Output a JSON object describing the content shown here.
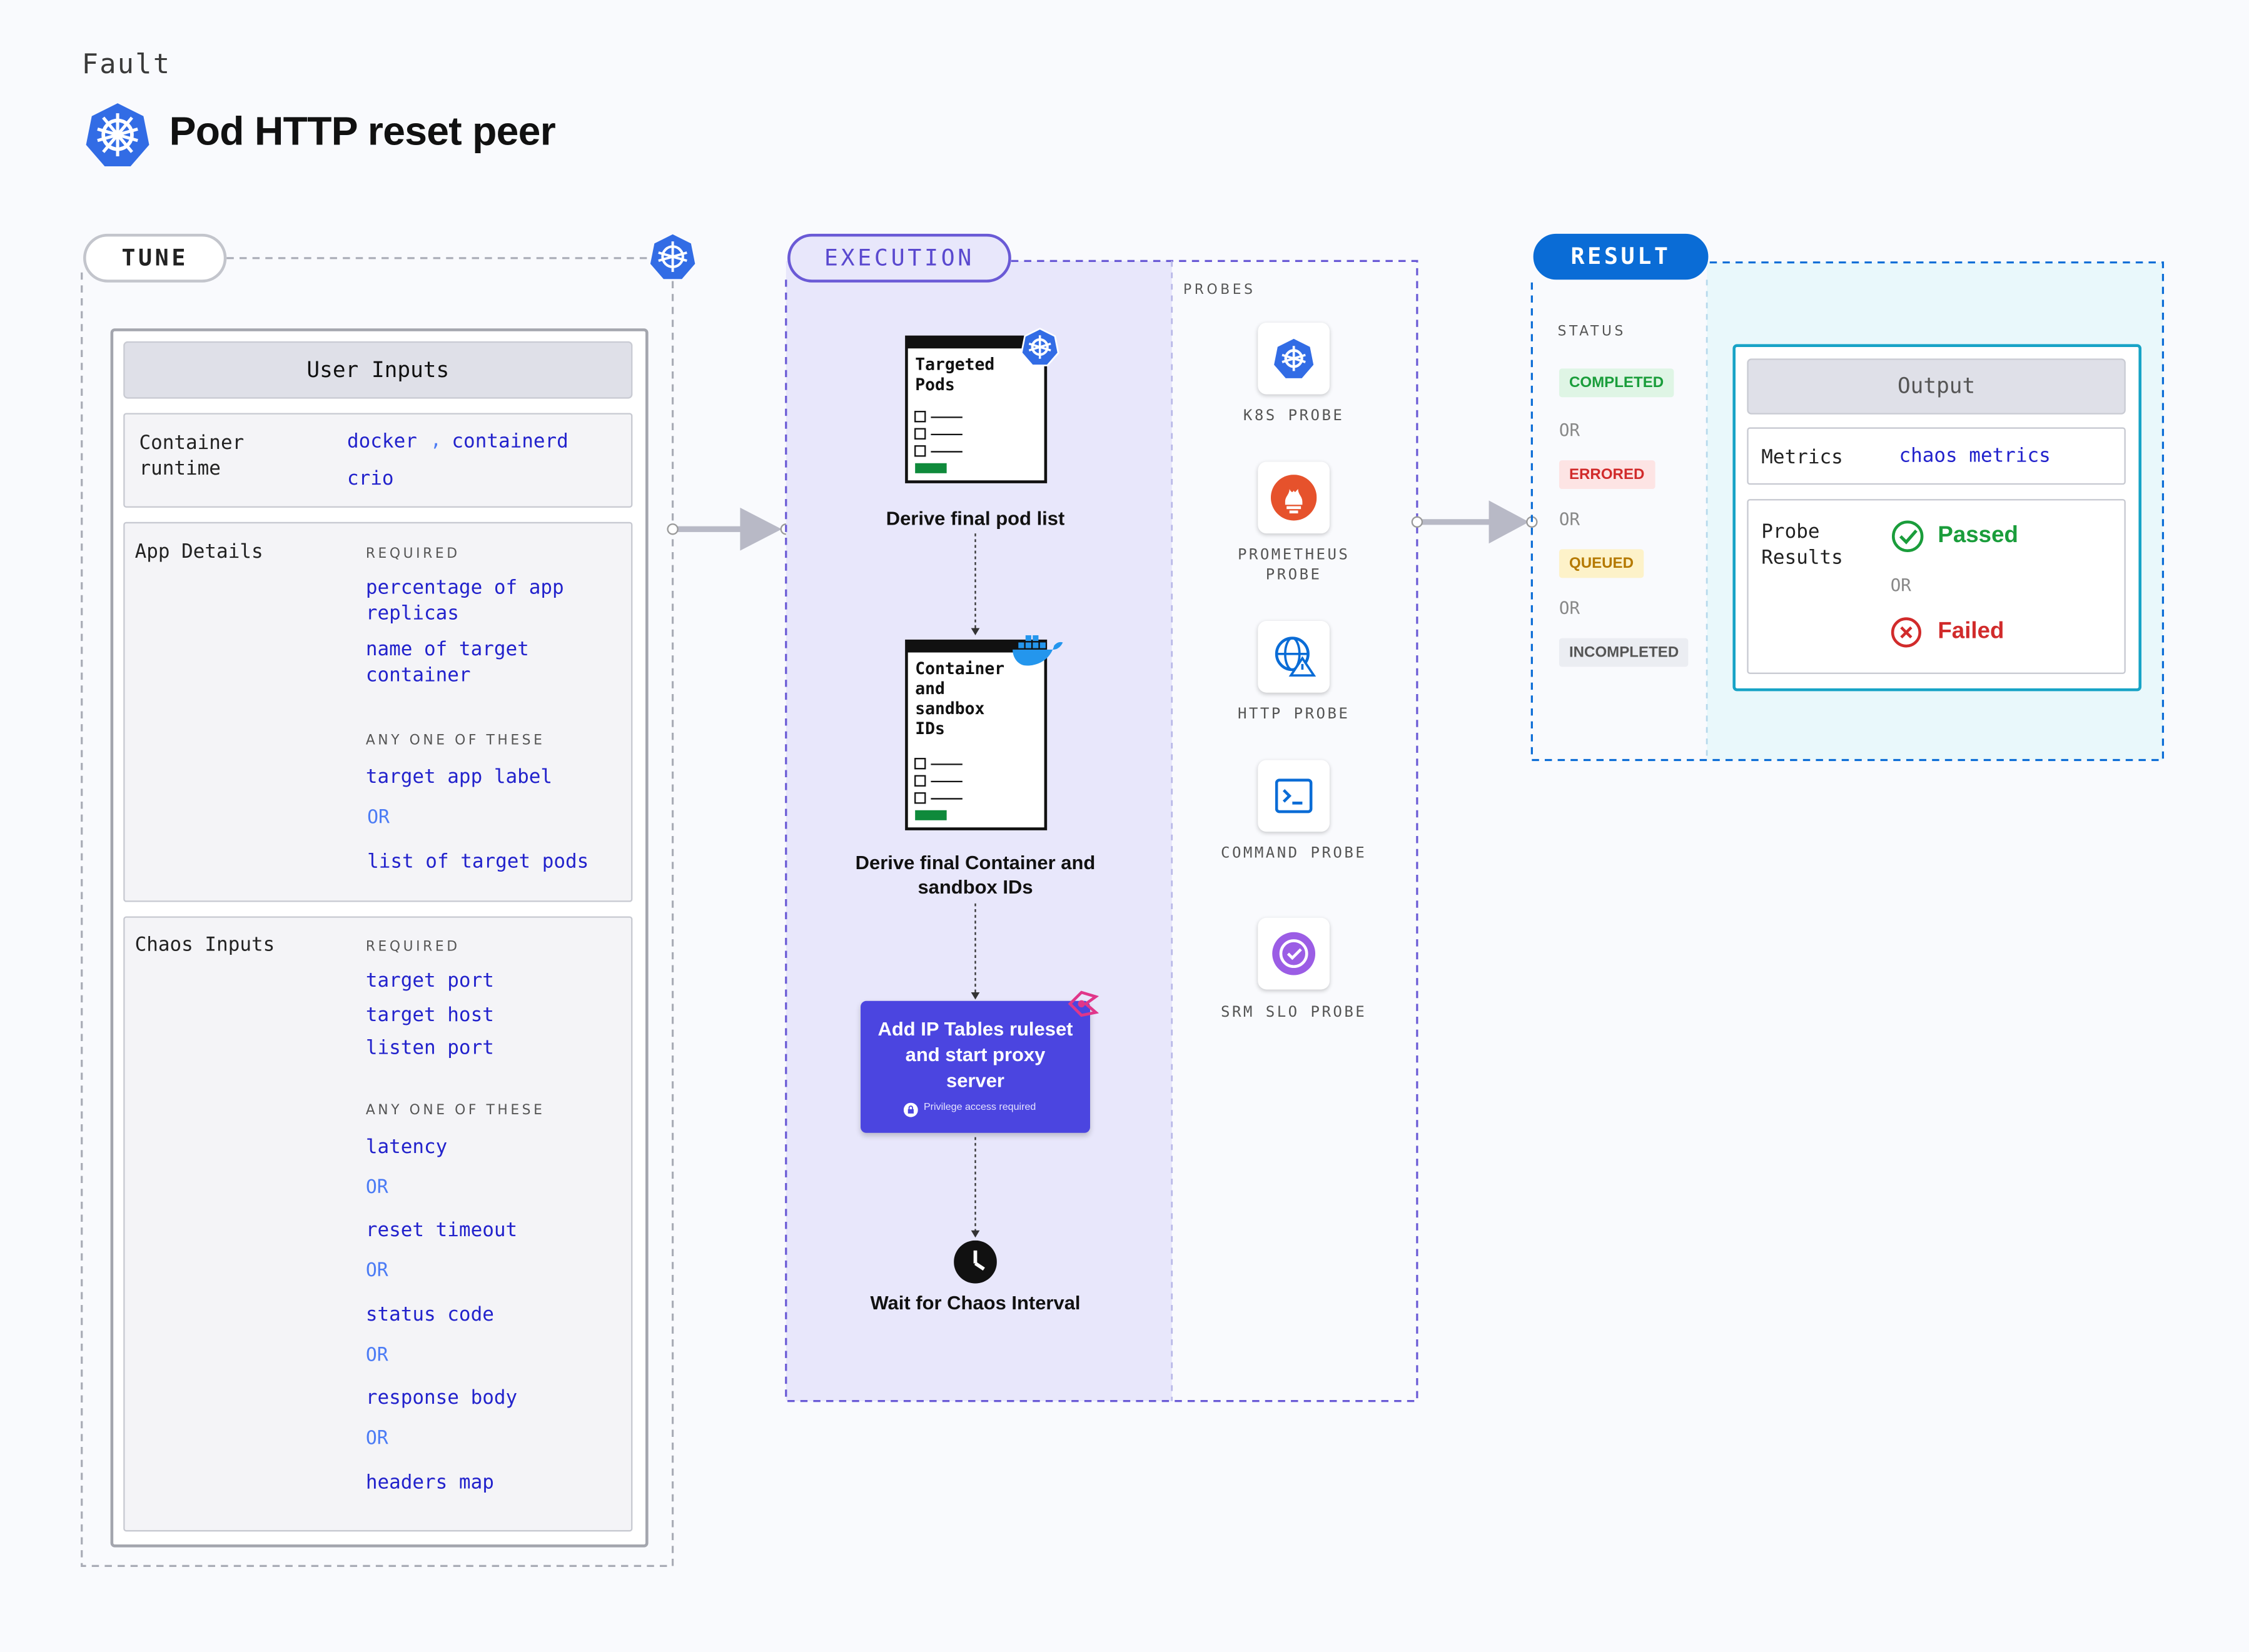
{
  "header": {
    "kicker": "Fault",
    "title": "Pod HTTP reset peer"
  },
  "tune": {
    "label": "TUNE",
    "panel_title": "User Inputs",
    "container_runtime": {
      "label": "Container runtime",
      "values": [
        "docker",
        ",",
        "containerd",
        "crio"
      ]
    },
    "app_details": {
      "label": "App Details",
      "required_heading": "REQUIRED",
      "required": [
        "percentage of app replicas",
        "name of target container"
      ],
      "any_heading": "ANY ONE OF THESE",
      "any": [
        "target app label",
        "list of target pods"
      ],
      "or": "OR"
    },
    "chaos_inputs": {
      "label": "Chaos Inputs",
      "required_heading": "REQUIRED",
      "required": [
        "target port",
        "target host",
        "listen port"
      ],
      "any_heading": "ANY ONE OF THESE",
      "any": [
        "latency",
        "reset timeout",
        "status code",
        "response body",
        "headers map"
      ],
      "or": "OR"
    }
  },
  "execution": {
    "label": "EXECUTION",
    "steps": [
      {
        "doc_title": "Targeted Pods",
        "caption": "Derive final pod list"
      },
      {
        "doc_title": "Container and sandbox IDs",
        "caption": "Derive final Container and sandbox IDs"
      },
      {
        "card_title": "Add IP Tables ruleset and start proxy server",
        "card_note": "Privilege access required"
      },
      {
        "caption": "Wait for Chaos Interval"
      }
    ],
    "probes_heading": "PROBES",
    "probes": [
      "K8S PROBE",
      "PROMETHEUS PROBE",
      "HTTP PROBE",
      "COMMAND PROBE",
      "SRM SLO PROBE"
    ]
  },
  "result": {
    "label": "RESULT",
    "status_heading": "STATUS",
    "statuses": [
      "COMPLETED",
      "ERRORED",
      "QUEUED",
      "INCOMPLETED"
    ],
    "or": "OR",
    "output": {
      "title": "Output",
      "metrics_label": "Metrics",
      "metrics_value": "chaos metrics",
      "probe_label": "Probe Results",
      "passed": "Passed",
      "failed": "Failed",
      "or": "OR"
    }
  },
  "colors": {
    "kubernetes": "#326ce5",
    "value_text": "#2222cc",
    "or_text": "#4c7cf5",
    "execution_border": "#6a5ad6",
    "execution_fill": "#e8e7fb",
    "result_blue": "#0a6cd6",
    "result_fill": "#e9f8fb",
    "output_border": "#17a3c6",
    "card": "#4b45e0",
    "completed": "#1a9d3b",
    "errored": "#d12b2b",
    "queued": "#b57900",
    "passed": "#1a9d3b",
    "failed": "#d12b2b"
  }
}
